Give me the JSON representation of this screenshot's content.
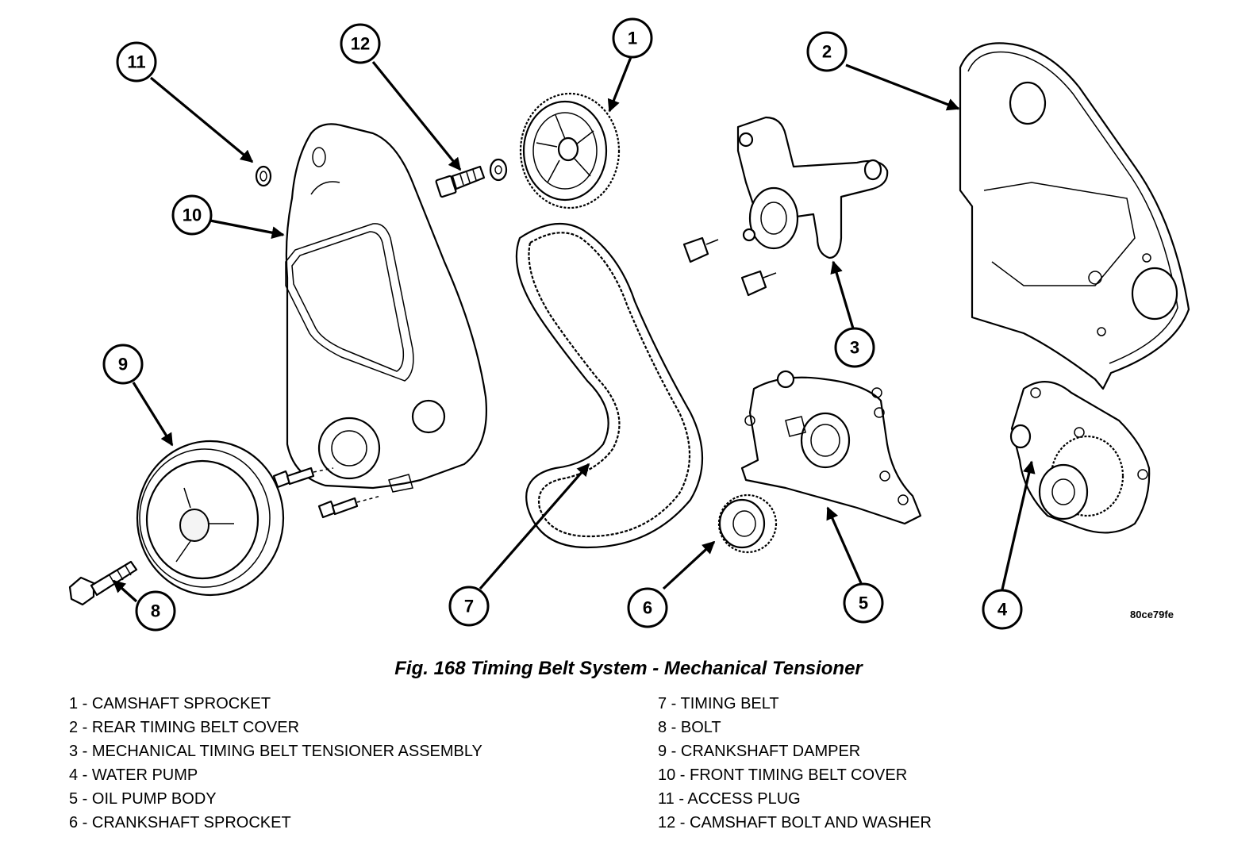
{
  "figure": {
    "caption": "Fig. 168 Timing Belt System - Mechanical Tensioner",
    "reference_code": "80ce79fe"
  },
  "callouts": [
    "1",
    "2",
    "3",
    "4",
    "5",
    "6",
    "7",
    "8",
    "9",
    "10",
    "11",
    "12"
  ],
  "legend": {
    "left": [
      "1 - CAMSHAFT SPROCKET",
      "2 - REAR TIMING BELT COVER",
      "3 - MECHANICAL TIMING BELT TENSIONER ASSEMBLY",
      "4 - WATER PUMP",
      "5 - OIL PUMP BODY",
      "6 - CRANKSHAFT SPROCKET"
    ],
    "right": [
      "7 - TIMING BELT",
      "8 - BOLT",
      "9 - CRANKSHAFT DAMPER",
      "10 - FRONT TIMING BELT COVER",
      "11 - ACCESS PLUG",
      "12 - CAMSHAFT BOLT AND WASHER"
    ]
  }
}
